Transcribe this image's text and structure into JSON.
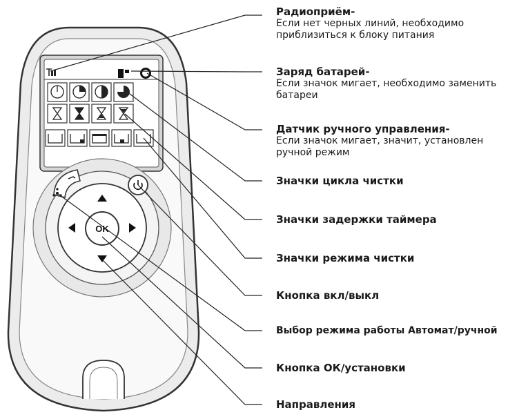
{
  "device": {
    "ok_label": "OK"
  },
  "labels": [
    {
      "title": "Радиоприём-",
      "desc": "Если нет черных линий, необходимо приблизиться к блоку питания"
    },
    {
      "title": "Заряд батарей-",
      "desc": "Если значок мигает, необходимо заменить батареи"
    },
    {
      "title": "Датчик ручного управления-",
      "desc": "Если значок мигает, значит, установлен ручной режим"
    },
    {
      "title": "Значки цикла чистки",
      "desc": ""
    },
    {
      "title": "Значки задержки таймера",
      "desc": ""
    },
    {
      "title": "Значки режима чистки",
      "desc": ""
    },
    {
      "title": "Кнопка вкл/выкл",
      "desc": ""
    },
    {
      "title": "Выбор режима работы Автомат/ручной",
      "desc": ""
    },
    {
      "title": "Кнопка ОК/установки",
      "desc": ""
    },
    {
      "title": "Направления",
      "desc": ""
    }
  ]
}
